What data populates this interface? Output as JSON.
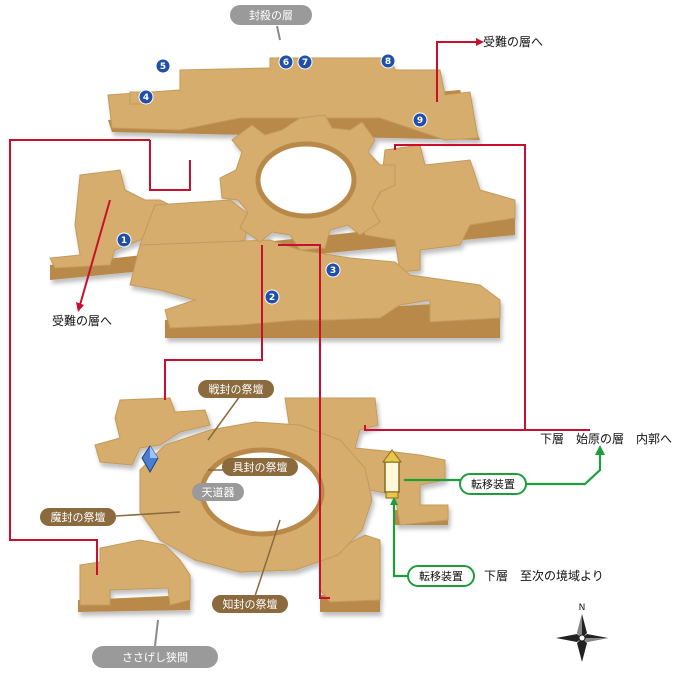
{
  "colors": {
    "floor_top": "#d6ad6c",
    "floor_side": "#b8894a",
    "floor_dark": "#9a7038",
    "red_route": "#c8102e",
    "green_route": "#1e9e3a",
    "marker_blue": "#1f4fa8",
    "pill_brown": "#8b6a3e",
    "pill_gray": "#9a9a9a"
  },
  "upper_floor": {
    "name": "封殺の層",
    "markers": [
      "1",
      "2",
      "3",
      "4",
      "5",
      "6",
      "7",
      "8",
      "9"
    ]
  },
  "lower_floor": {
    "name": "ささげし狭間",
    "altars": [
      "戦封の祭壇",
      "具封の祭壇",
      "魔封の祭壇",
      "知封の祭壇"
    ],
    "center_label": "天道器"
  },
  "route_labels": {
    "to_junan_top": "受難の層へ",
    "to_junan_left": "受難の層へ",
    "to_shigen": "下層　始原の層　内郭へ",
    "from_shiji": "下層　至次の境域より"
  },
  "teleport_label": "転移装置",
  "compass": {
    "north": "N"
  }
}
